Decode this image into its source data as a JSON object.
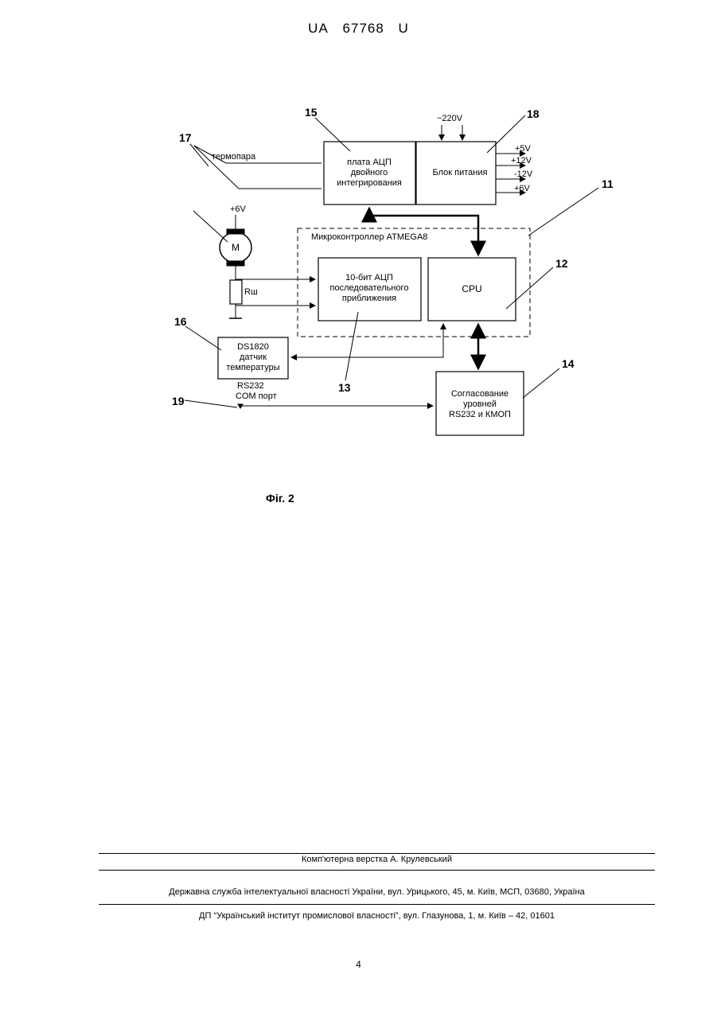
{
  "header": {
    "country": "UA",
    "number": "67768",
    "kind": "U"
  },
  "diagram": {
    "labels": {
      "n15": "15",
      "n18": "18",
      "n17": "17",
      "n11": "11",
      "n12": "12",
      "n16": "16",
      "n13": "13",
      "n14": "14",
      "n19": "19",
      "v220": "~220V",
      "termopara": "термопара",
      "adc_board_1": "плата АЦП",
      "adc_board_2": "двойного",
      "adc_board_3": "интегрирования",
      "psu": "Блок питания",
      "p5v": "+5V",
      "p12v": "+12V",
      "m12v": "-12V",
      "p6v": "+6V",
      "motor_v": "+6V",
      "motor": "M",
      "shunt": "Rш",
      "mcu": "Микроконтроллер ATMEGA8",
      "adc10_1": "10-бит АЦП",
      "adc10_2": "последовательного",
      "adc10_3": "приближения",
      "cpu": "CPU",
      "ds_1": "DS1820",
      "ds_2": "датчик",
      "ds_3": "температуры",
      "rs232": "RS232",
      "com": "COM порт",
      "lvl_1": "Согласование",
      "lvl_2": "уровней",
      "lvl_3": "RS232 и КМОП"
    }
  },
  "caption": "Фіг. 2",
  "footer": {
    "typesetting": "Комп'ютерна верстка А. Крулевський",
    "service": "Державна служба інтелектуальної власності України, вул. Урицького, 45, м. Київ, МСП, 03680, Україна",
    "institute": "ДП “Український інститут промислової власності”, вул. Глазунова, 1, м. Київ – 42, 01601"
  },
  "page_number": "4"
}
